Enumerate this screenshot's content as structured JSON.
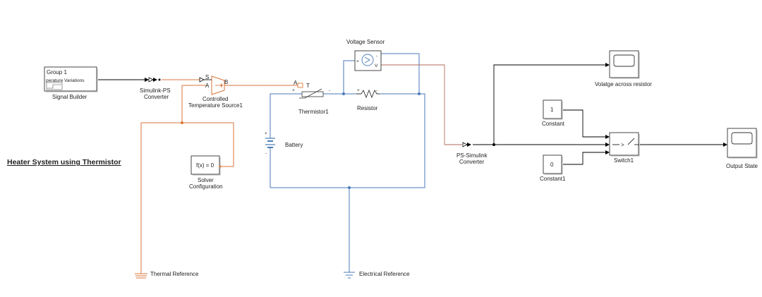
{
  "diagram": {
    "title": "Heater System using Thermistor",
    "blocks": {
      "signal_builder": {
        "label": "Signal Builder",
        "group": "Group 1",
        "signal": "perature Variations"
      },
      "simulink_ps": {
        "label_line1": "Simulink-PS",
        "label_line2": "Converter"
      },
      "temp_source": {
        "label_line1": "Controlled",
        "label_line2": "Temperature Source1",
        "port_s": "S",
        "port_a": "A",
        "port_b": "B"
      },
      "thermistor": {
        "label": "Thermistor1",
        "port_a": "A",
        "port_t": "T",
        "plus": "+",
        "minus": "-"
      },
      "voltage_sensor": {
        "label": "Voltage Sensor",
        "port_plus": "+",
        "port_minus": "-",
        "port_v": "V"
      },
      "resistor": {
        "label": "Resistor",
        "plus": "+",
        "minus": "-"
      },
      "battery": {
        "label": "Battery",
        "plus": "+",
        "minus": "-"
      },
      "solver": {
        "label_line1": "Solver",
        "label_line2": "Configuration",
        "text": "f(x) = 0"
      },
      "thermal_reference": {
        "label": "Thermal Reference"
      },
      "electrical_reference": {
        "label": "Electrical Reference"
      },
      "ps_simulink": {
        "label_line1": "PS-Simulink",
        "label_line2": "Converter"
      },
      "scope_resistor": {
        "label": "Volatge across resistor"
      },
      "constant": {
        "label": "Constant",
        "value": "1"
      },
      "constant1": {
        "label": "Constant1",
        "value": "0"
      },
      "switch": {
        "label": "Switch1",
        "condition": "> "
      },
      "scope_output": {
        "label": "Output State"
      }
    },
    "colors": {
      "thermal": "#d9763a",
      "electrical": "#4a7ab8",
      "physical_signal": "#b06a5a",
      "signal": "#000000"
    }
  }
}
